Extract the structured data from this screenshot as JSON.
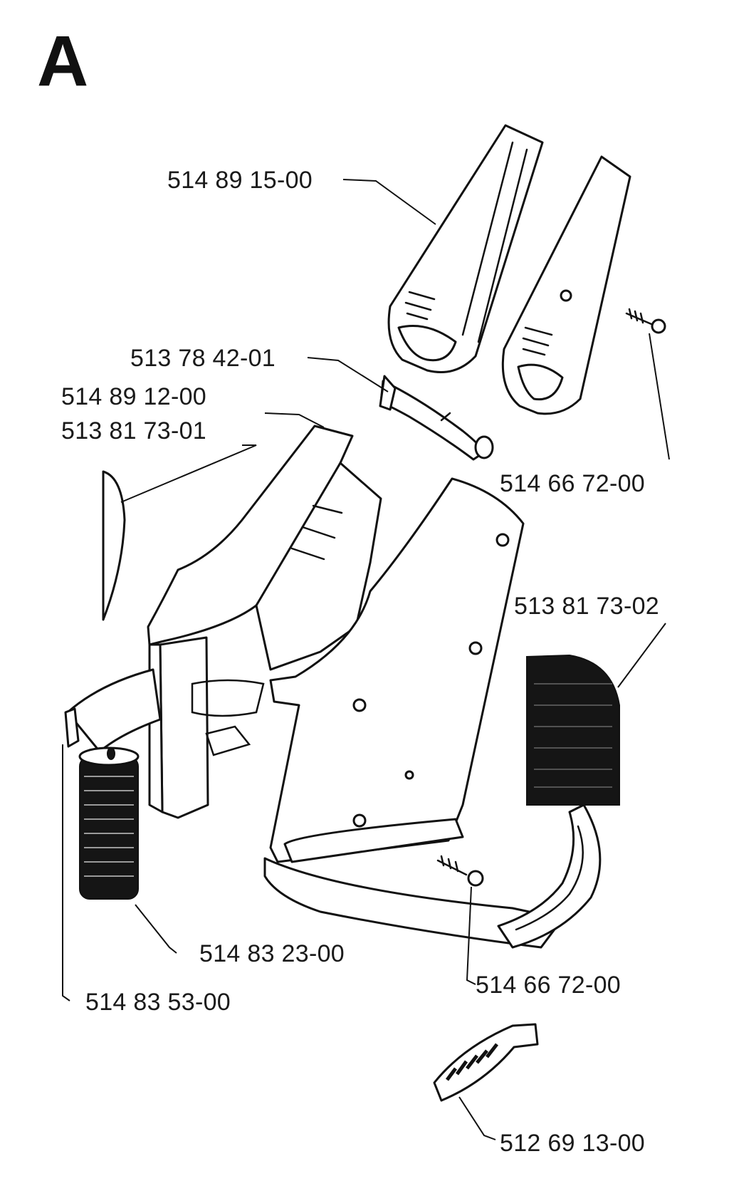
{
  "diagram": {
    "section_letter": "A",
    "parts": [
      {
        "id": "top-cover",
        "number": "514 89 15-00"
      },
      {
        "id": "bracket",
        "number": "513 78 42-01"
      },
      {
        "id": "handle-upper-a",
        "number": "514 89 12-00"
      },
      {
        "id": "handle-upper-b",
        "number": "513 81 73-01"
      },
      {
        "id": "screw-top",
        "number": "514 66 72-00"
      },
      {
        "id": "decal-right",
        "number": "513 81 73-02"
      },
      {
        "id": "spool",
        "number": "514 83 23-00"
      },
      {
        "id": "clip",
        "number": "514 83 53-00"
      },
      {
        "id": "screw-lower",
        "number": "514 66 72-00"
      },
      {
        "id": "cutter-blade",
        "number": "512 69 13-00"
      }
    ]
  }
}
